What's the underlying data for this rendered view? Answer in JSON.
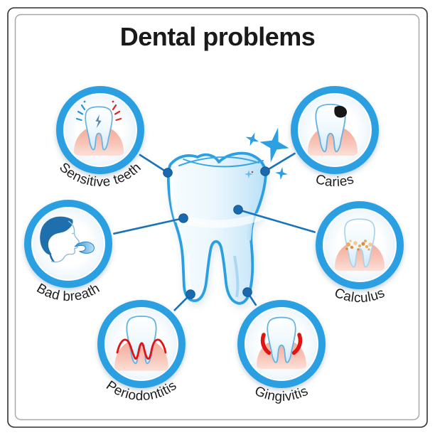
{
  "title": "Dental problems",
  "nodes": [
    {
      "id": "sensitive-teeth",
      "label": "Sensitive teeth"
    },
    {
      "id": "caries",
      "label": "Caries"
    },
    {
      "id": "bad-breath",
      "label": "Bad breath"
    },
    {
      "id": "calculus",
      "label": "Calculus"
    },
    {
      "id": "periodontitis",
      "label": "Periodontitis"
    },
    {
      "id": "gingivitis",
      "label": "Gingivitis"
    }
  ],
  "colors": {
    "accent": "#2ba0e2",
    "connector": "#1a73b6",
    "dot": "#1a69ae",
    "title_text": "#1a1a1a",
    "gum_pink": "#f6bcae",
    "inflamed_red": "#e31313",
    "tartar_orange": "#e2a257",
    "caries_spot": "#1a1a1a",
    "hair_blue": "#1f6fad"
  }
}
